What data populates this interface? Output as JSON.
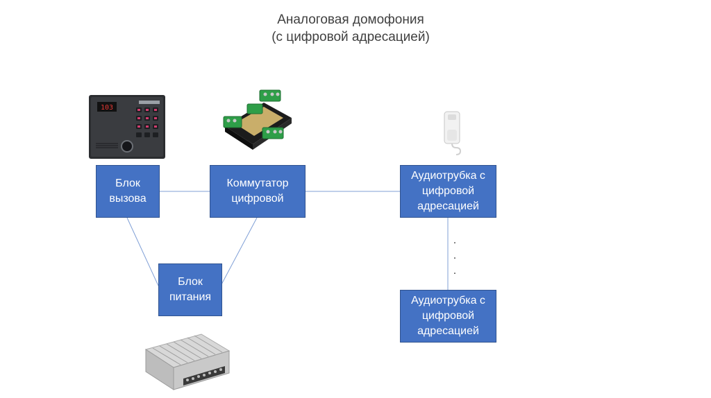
{
  "title": {
    "line1": "Аналоговая домофония",
    "line2": "(с цифровой адресацией)"
  },
  "nodes": {
    "call_unit": {
      "line1": "Блок",
      "line2": "вызова"
    },
    "switch": {
      "line1": "Коммутатор",
      "line2": "цифровой"
    },
    "power": {
      "line1": "Блок",
      "line2": "питания"
    },
    "handset_1": {
      "line1": "Аудиотрубка с",
      "line2": "цифровой",
      "line3": "адресацией"
    },
    "handset_2": {
      "line1": "Аудиотрубка с",
      "line2": "цифровой",
      "line3": "адресацией"
    }
  },
  "display_code": "103",
  "dots": {
    "d1": ".",
    "d2": ".",
    "d3": "."
  },
  "colors": {
    "box_fill": "#4472c4",
    "box_border": "#2f528f",
    "line": "#4472c4",
    "terminal_green": "#2e9e48"
  }
}
